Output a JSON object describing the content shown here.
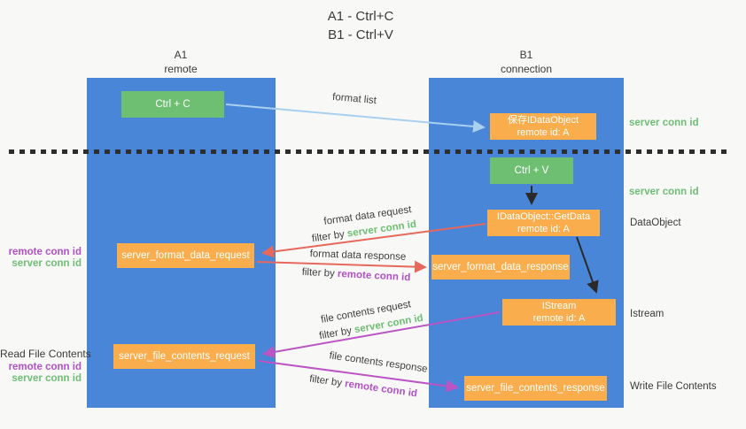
{
  "title": {
    "line1": "A1 - Ctrl+C",
    "line2": "B1 - Ctrl+V"
  },
  "columns": {
    "left": {
      "name": "A1",
      "role": "remote"
    },
    "right": {
      "name": "B1",
      "role": "connection"
    }
  },
  "nodes": {
    "ctrl_c": {
      "label": "Ctrl + C"
    },
    "save_dataobject": {
      "line1": "保存IDataObject",
      "line2": "remote id: A"
    },
    "ctrl_v": {
      "label": "Ctrl + V"
    },
    "getdata": {
      "line1": "IDataObject::GetData",
      "line2": "remote id: A"
    },
    "format_request": {
      "label": "server_format_data_request"
    },
    "format_response": {
      "label": "server_format_data_response"
    },
    "istream": {
      "line1": "IStream",
      "line2": "remote id: A"
    },
    "file_request": {
      "label": "server_file_contents_request"
    },
    "file_response": {
      "label": "server_file_contents_response"
    }
  },
  "arrow_labels": {
    "format_list": "format list",
    "format_data_request": "format data request",
    "filter_server_1": {
      "prefix": "filter by",
      "value": "server conn id"
    },
    "format_data_response": "format data response",
    "filter_remote_1": {
      "prefix": "filter by",
      "value": "remote conn id"
    },
    "file_contents_request": "file contents request",
    "filter_server_2": {
      "prefix": "filter by",
      "value": "server conn id"
    },
    "file_contents_response": "file contents response",
    "filter_remote_2": {
      "prefix": "filter by",
      "value": "remote conn id"
    }
  },
  "side_labels": {
    "server_conn_top": "server conn id",
    "server_conn_mid": "server conn id",
    "dataobject": "DataObject",
    "istream": "Istream",
    "write_file_contents": "Write File Contents",
    "read_file_contents": "Read File Contents",
    "remote_conn_left_1": "remote conn id",
    "server_conn_left_1": "server conn id",
    "remote_conn_left_2": "remote conn id",
    "server_conn_left_2": "server conn id"
  },
  "colors": {
    "column_blue": "#4a86d8",
    "box_green": "#6fbf72",
    "box_orange": "#f9ad4d",
    "arrow_light_blue": "#a8d0ef",
    "arrow_red": "#e7685c",
    "arrow_magenta": "#bb55c4",
    "arrow_black": "#2a2a2a",
    "text_green": "#6ebe73",
    "text_purple": "#b250c6",
    "background": "#f8f8f7"
  }
}
